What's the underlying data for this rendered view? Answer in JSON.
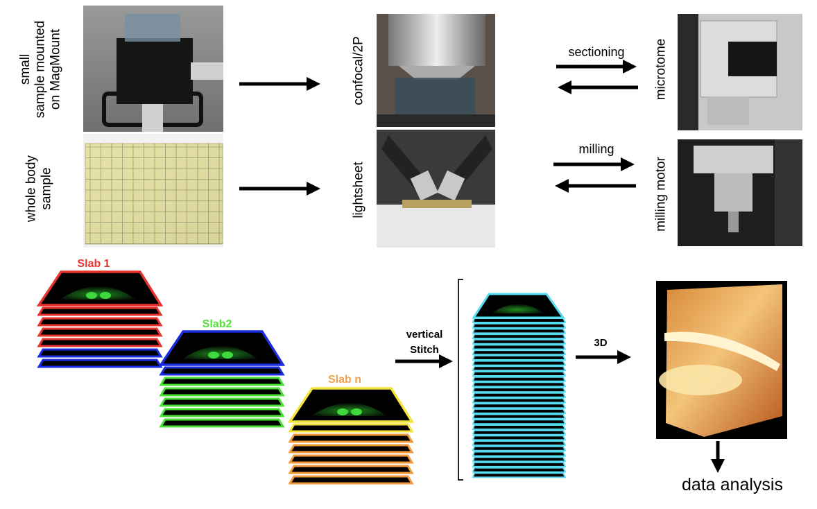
{
  "top": {
    "row1": {
      "sample_label": [
        "small",
        "sample mounted",
        "on MagMount"
      ],
      "instrument_label": "confocal/2P",
      "process_label": "sectioning",
      "device_label": "microtome"
    },
    "row2": {
      "sample_label": [
        "whole body",
        "sample"
      ],
      "instrument_label": "lightsheet",
      "process_label": "milling",
      "device_label": "milling motor"
    }
  },
  "slabs": [
    {
      "label": "Slab 1",
      "label_color": "#e8322c",
      "top_color": "#e8322c",
      "layer_colors": [
        "#e8322c",
        "#e8322c",
        "#e8322c",
        "#e8322c",
        "#1a2de0",
        "#1a2de0"
      ]
    },
    {
      "label": "Slab2",
      "label_color": "#52e03a",
      "top_color": "#1a2de0",
      "layer_colors": [
        "#1a2de0",
        "#48e034",
        "#48e034",
        "#48e034",
        "#48e034",
        "#48e034"
      ]
    },
    {
      "label": "Slab n",
      "label_color": "#f0a050",
      "top_color": "#f5e53a",
      "layer_colors": [
        "#f5e53a",
        "#f0993a",
        "#f0993a",
        "#f0993a",
        "#f0993a",
        "#f0993a"
      ]
    }
  ],
  "stitch": {
    "label_line1": "vertical",
    "label_line2": "Stitch",
    "color": "#55dcf0",
    "layers": 30
  },
  "render": {
    "label": "3D"
  },
  "analysis": {
    "label": "data analysis"
  }
}
